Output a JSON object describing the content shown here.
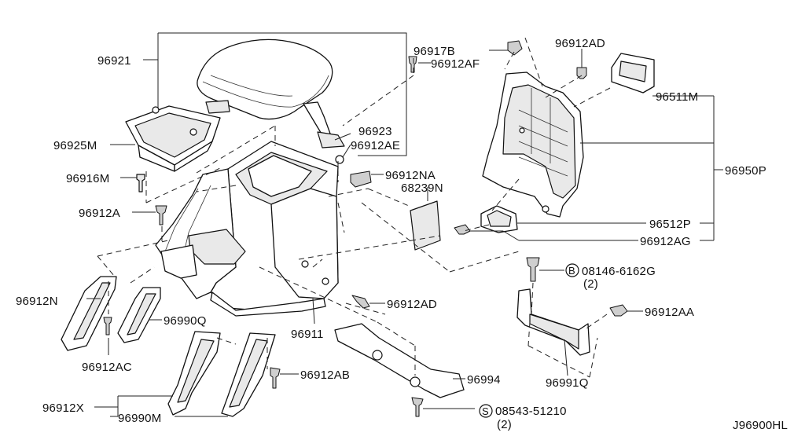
{
  "diagram_code": "J96900HL",
  "labels": {
    "p96921": "96921",
    "p96925M": "96925M",
    "p96916M": "96916M",
    "p96912A": "96912A",
    "p96912N": "96912N",
    "p96912AC": "96912AC",
    "p96990Q": "96990Q",
    "p96912X": "96912X",
    "p96990M": "96990M",
    "p96912AB": "96912AB",
    "p96911": "96911",
    "p96912AD_mid": "96912AD",
    "p96994": "96994",
    "p08543": "08543-51210",
    "p08543_qty": "(2)",
    "p08543_prefix": "S",
    "p96917B": "96917B",
    "p96912AF": "96912AF",
    "p96923": "96923",
    "p96912AE": "96912AE",
    "p96912NA": "96912NA",
    "p68239N": "68239N",
    "p96912AD_top": "96912AD",
    "p96511M": "96511M",
    "p96950P": "96950P",
    "p96512P": "96512P",
    "p96912AG": "96912AG",
    "p08146": "08146-6162G",
    "p08146_qty": "(2)",
    "p08146_prefix": "B",
    "p96912AA": "96912AA",
    "p96991Q": "96991Q"
  }
}
